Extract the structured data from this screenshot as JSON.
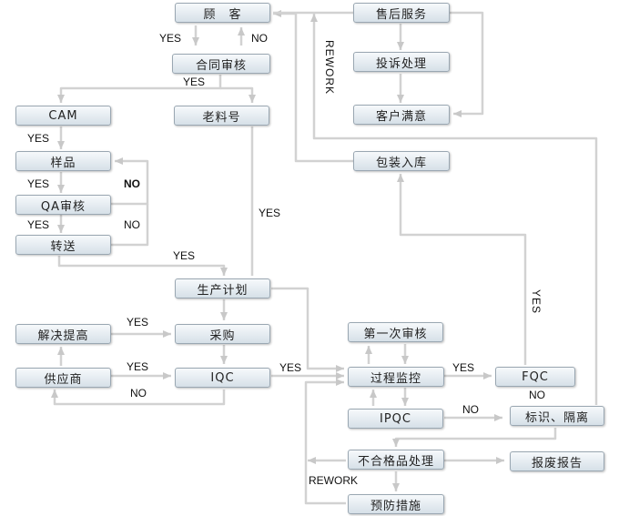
{
  "nodes": {
    "customer": "顾　客",
    "contract_review": "合同审核",
    "cam": "CAM",
    "old_material": "老料号",
    "sample": "样品",
    "qa_review": "QA审核",
    "transfer": "转送",
    "production_plan": "生产计划",
    "solve_improve": "解决提高",
    "purchase": "采购",
    "supplier": "供应商",
    "iqc": "IQC",
    "after_sales": "售后服务",
    "complaint_handling": "投诉处理",
    "customer_satisfaction": "客户满意",
    "pack_storage": "包装入库",
    "first_review": "第一次审核",
    "process_monitor": "过程监控",
    "fqc": "FQC",
    "ipqc": "IPQC",
    "mark_isolate": "标识、隔离",
    "nonconforming": "不合格品处理",
    "scrap_report": "报废报告",
    "prevention": "预防措施"
  },
  "labels": {
    "yes": "YES",
    "no": "NO",
    "rework": "REWORK"
  }
}
